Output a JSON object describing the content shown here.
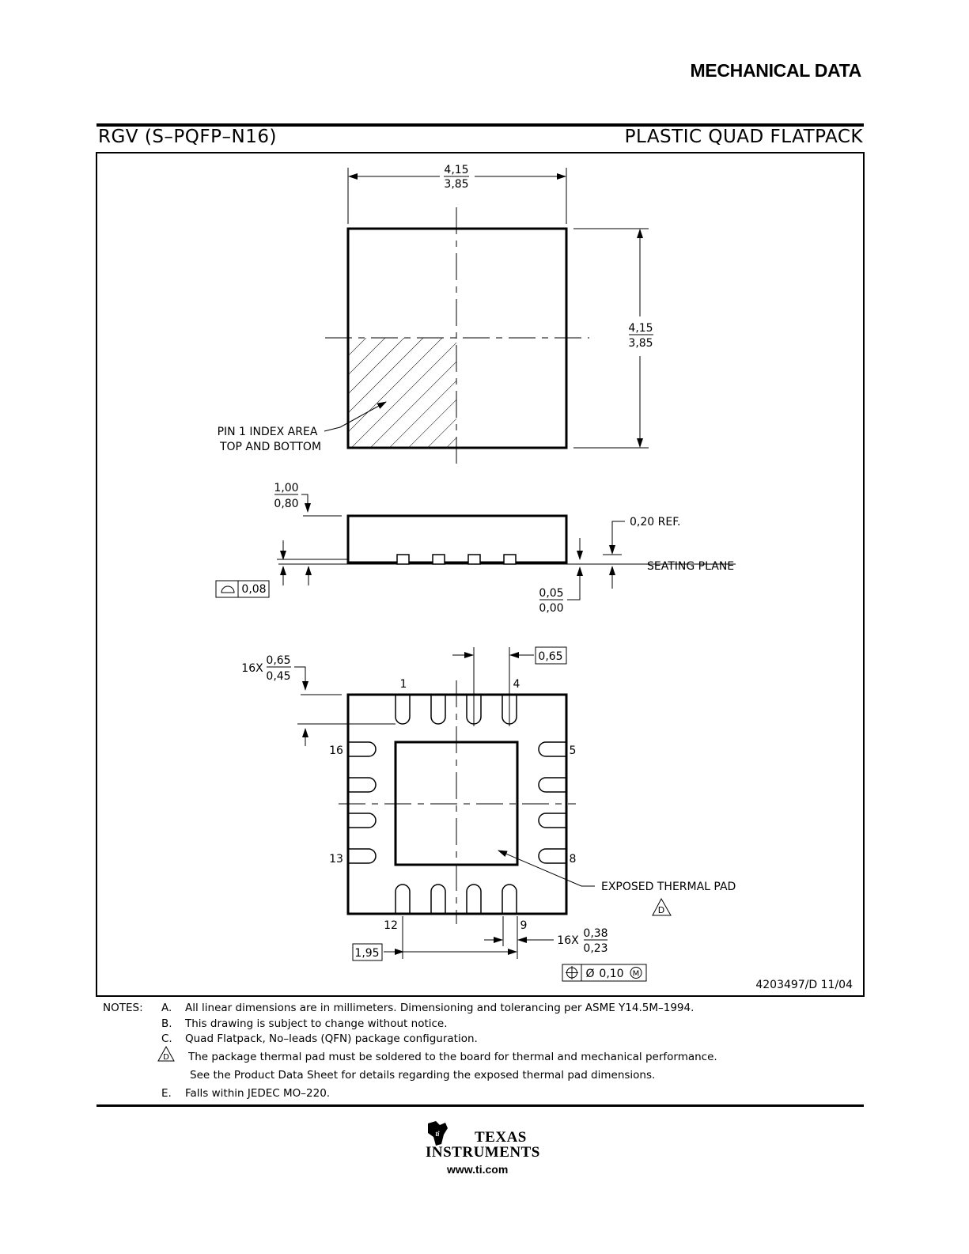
{
  "header": {
    "title": "MECHANICAL DATA"
  },
  "package": {
    "code": "RGV (S–PQFP–N16)",
    "name": "PLASTIC QUAD FLATPACK"
  },
  "top_view": {
    "width_max": "4,15",
    "width_min": "3,85",
    "height_max": "4,15",
    "height_min": "3,85",
    "pin1_label_line1": "PIN 1 INDEX AREA",
    "pin1_label_line2": "TOP AND BOTTOM"
  },
  "side_view": {
    "thickness_max": "1,00",
    "thickness_min": "0,80",
    "ref_label": "0,20 REF.",
    "seating_plane": "SEATING PLANE",
    "coplanarity": "0,08",
    "standoff_max": "0,05",
    "standoff_min": "0,00"
  },
  "bottom_view": {
    "lead_count_prefix": "16X",
    "lead_length_max": "0,65",
    "lead_length_min": "0,45",
    "pitch": "0,65",
    "pin_1": "1",
    "pin_4": "4",
    "pin_5": "5",
    "pin_8": "8",
    "pin_9": "9",
    "pin_12": "12",
    "pin_13": "13",
    "pin_16": "16",
    "thermal_pad_label": "EXPOSED THERMAL PAD",
    "note_flag": "D",
    "span": "1,95",
    "lead_width_prefix": "16X",
    "lead_width_max": "0,38",
    "lead_width_min": "0,23",
    "position_tolerance": "0,10",
    "diameter_symbol": "Ø",
    "mmc_symbol": "M",
    "drawing_number": "4203497/D 11/04"
  },
  "notes": {
    "heading": "NOTES:",
    "items": [
      {
        "letter": "A.",
        "text": "All linear dimensions are in millimeters. Dimensioning and tolerancing per ASME Y14.5M–1994."
      },
      {
        "letter": "B.",
        "text": "This drawing is subject to change without notice."
      },
      {
        "letter": "C.",
        "text": "Quad Flatpack, No–leads (QFN) package configuration."
      },
      {
        "letter": "D",
        "text": "The package thermal pad must be soldered to the board for thermal and mechanical performance.",
        "continuation": "See the Product Data Sheet for details regarding the exposed thermal pad dimensions."
      },
      {
        "letter": "E.",
        "text": "Falls within JEDEC MO–220."
      }
    ]
  },
  "footer": {
    "logo_line1": "TEXAS",
    "logo_line2": "INSTRUMENTS",
    "website": "www.ti.com"
  }
}
